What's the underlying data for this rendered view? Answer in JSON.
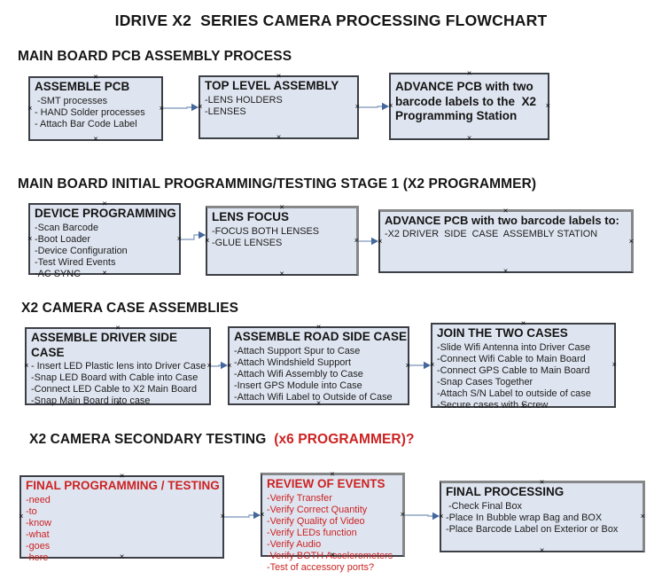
{
  "title": "IDRIVE X2  SERIES CAMERA PROCESSING FLOWCHART",
  "colors": {
    "box_fill": "#dfe5f0",
    "box_border": "#3c3f45",
    "accent_red": "#cc2222",
    "connector_line": "#8fa5c4",
    "connector_arrow": "#44679c"
  },
  "sections": [
    {
      "heading": "MAIN BOARD PCB ASSEMBLY PROCESS",
      "boxes": [
        {
          "title": "ASSEMBLE PCB",
          "items": [
            " -SMT processes",
            "- HAND Solder processes",
            "- Attach Bar Code Label"
          ]
        },
        {
          "title": "TOP LEVEL ASSEMBLY",
          "items": [
            "-LENS HOLDERS",
            "-LENSES"
          ]
        },
        {
          "title": "ADVANCE PCB with two barcode labels to the  X2 Programming Station",
          "items": []
        }
      ]
    },
    {
      "heading": "MAIN BOARD INITIAL PROGRAMMING/TESTING STAGE 1 (X2 PROGRAMMER)",
      "boxes": [
        {
          "title": "DEVICE PROGRAMMING",
          "items": [
            "-Scan Barcode",
            "-Boot Loader",
            "-Device Configuration",
            "-Test Wired Events",
            "-AC SYNC"
          ]
        },
        {
          "title": "LENS FOCUS",
          "items": [
            "-FOCUS BOTH LENSES",
            "-GLUE LENSES"
          ]
        },
        {
          "title": "ADVANCE PCB with two barcode labels to:",
          "items": [
            "-X2 DRIVER  SIDE  CASE  ASSEMBLY STATION"
          ]
        }
      ]
    },
    {
      "heading": "X2 CAMERA CASE ASSEMBLIES",
      "boxes": [
        {
          "title": "ASSEMBLE DRIVER SIDE CASE",
          "items": [
            "- Insert LED Plastic lens into Driver Case",
            "-Snap LED Board with Cable into Case",
            "-Connect LED Cable to X2 Main Board",
            "-Snap Main Board into case"
          ]
        },
        {
          "title": "ASSEMBLE ROAD SIDE CASE",
          "items": [
            "-Attach Support Spur to Case",
            "-Attach Windshield Support",
            "-Attach Wifi Assembly to Case",
            "-Insert GPS Module into Case",
            "-Attach Wifi Label to Outside of Case"
          ]
        },
        {
          "title": "JOIN THE TWO CASES",
          "items": [
            "-Slide Wifi Antenna into Driver Case",
            "-Connect Wifi Cable to Main Board",
            "-Connect GPS Cable to Main Board",
            "-Snap Cases Together",
            "-Attach S/N Label to outside of case",
            "-Secure cases with Screw"
          ]
        }
      ]
    },
    {
      "heading": "X2 CAMERA SECONDARY TESTING ",
      "heading_suffix": " (x6 PROGRAMMER)?",
      "boxes": [
        {
          "title": "FINAL PROGRAMMING / TESTING",
          "items": [
            "-need",
            "-to",
            "-know",
            "-what",
            "-goes",
            "-here"
          ]
        },
        {
          "title": "REVIEW OF EVENTS",
          "items": [
            "-Verify Transfer",
            "-Verify Correct Quantity",
            "-Verify Quality of Video",
            "-Verify LEDs function",
            "-Verify Audio",
            "-Verify BOTH Accelerometers",
            "-Test of accessory ports?"
          ]
        },
        {
          "title": "FINAL PROCESSING",
          "items": [
            " -Check Final Box",
            "-Place In Bubble wrap Bag and BOX",
            "-Place Barcode Label on Exterior or Box"
          ]
        }
      ]
    }
  ]
}
